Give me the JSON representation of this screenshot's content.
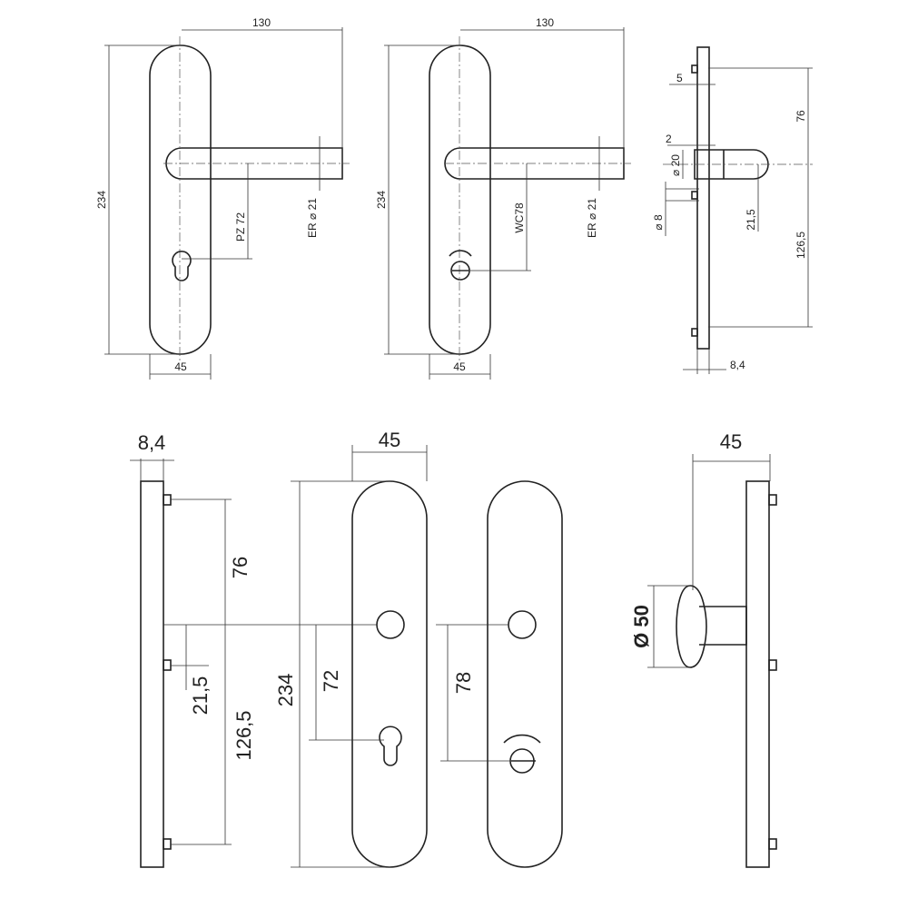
{
  "top_front_pz": {
    "width_overall": "130",
    "height": "234",
    "plate_width": "45",
    "pz": "PZ 72",
    "er": "ER ⌀ 21"
  },
  "top_front_wc": {
    "width_overall": "130",
    "height": "234",
    "plate_width": "45",
    "wc": "WC78",
    "er": "ER ⌀ 21"
  },
  "top_side": {
    "pin": "5",
    "gap": "2",
    "rose_dia": "⌀ 20",
    "pin_dia": "⌀ 8",
    "offset": "21,5",
    "upper": "76",
    "lower": "126,5",
    "thickness": "8,4"
  },
  "bottom_side": {
    "thickness": "8,4",
    "upper": "76",
    "offset": "21,5",
    "lower": "126,5"
  },
  "bottom_front": {
    "plate_width": "45",
    "height": "234",
    "pz": "72",
    "wc": "78"
  },
  "bottom_knob": {
    "width": "45",
    "knob_dia": "Ø 50"
  }
}
